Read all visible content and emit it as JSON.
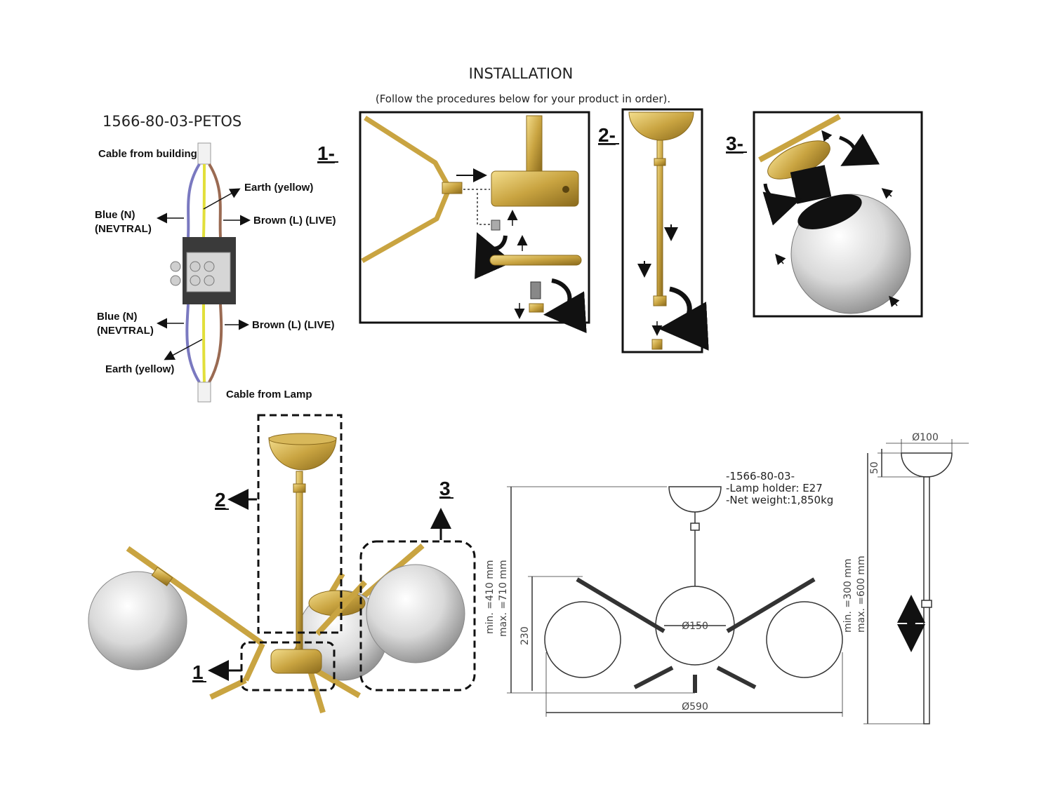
{
  "header": {
    "title": "INSTALLATION",
    "subtitle": "(Follow the procedures below for your product in order)."
  },
  "wiring": {
    "model": "1566-80-03-PETOS",
    "cable_from_building": "Cable from building",
    "earth_top": "Earth (yellow)",
    "blue_top_1": "Blue (N)",
    "blue_top_2": "(NEVTRAL)",
    "brown_top": "Brown (L) (LIVE)",
    "blue_bottom_1": "Blue (N)",
    "blue_bottom_2": "(NEVTRAL)",
    "brown_bottom": "Brown (L) (LIVE)",
    "earth_bottom": "Earth (yellow)",
    "cable_from_lamp": "Cable from Lamp",
    "colors": {
      "blue": "#7a79c0",
      "yellow": "#e2df3a",
      "brown": "#9a6a52"
    }
  },
  "steps": {
    "step1_label": "1-",
    "step2_label": "2-",
    "step3_label": "3-"
  },
  "callouts": {
    "c1": "1",
    "c2": "2",
    "c3": "3"
  },
  "drawing": {
    "spec_model": "-1566-80-03-",
    "spec_holder": "-Lamp holder: E27",
    "spec_weight": "-Net weight:1,850kg",
    "dim_height_min": "min. =410 mm",
    "dim_height_max": "max. =710 mm",
    "dim_230": "230",
    "dim_sphere": "Ø150",
    "dim_width": "Ø590",
    "dim_rod_min": "min. =300 mm",
    "dim_rod_max": "max. =600 mm",
    "dim_canopy": "Ø100",
    "dim_50": "50"
  }
}
